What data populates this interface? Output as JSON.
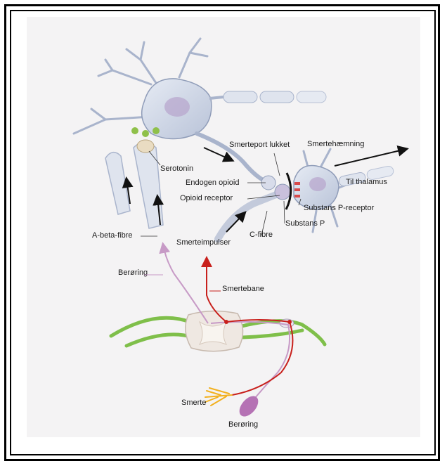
{
  "labels": {
    "smerteport_lukket": "Smerteport lukket",
    "smertehaemning": "Smertehæmning",
    "serotonin": "Serotonin",
    "endogen_opioid": "Endogen opioid",
    "til_thalamus": "Til thalamus",
    "opioid_receptor": "Opioid receptor",
    "substans_p_receptor": "Substans P-receptor",
    "a_beta_fibre": "A-beta-fibre",
    "c_fibre": "C-fibre",
    "substans_p": "Substans P",
    "smerteimpulser": "Smerteimpulser",
    "beroering_top": "Berøring",
    "smertebane": "Smertebane",
    "smerte": "Smerte",
    "beroering_bottom": "Berøring"
  },
  "colors": {
    "pain_pathway": "#c8201c",
    "touch_pathway": "#c79ac6",
    "nerve_green": "#7fbf4a",
    "neuron_body": "#c9d2e4",
    "pain_receptor": "#f2b01e",
    "touch_receptor": "#b572b4"
  }
}
